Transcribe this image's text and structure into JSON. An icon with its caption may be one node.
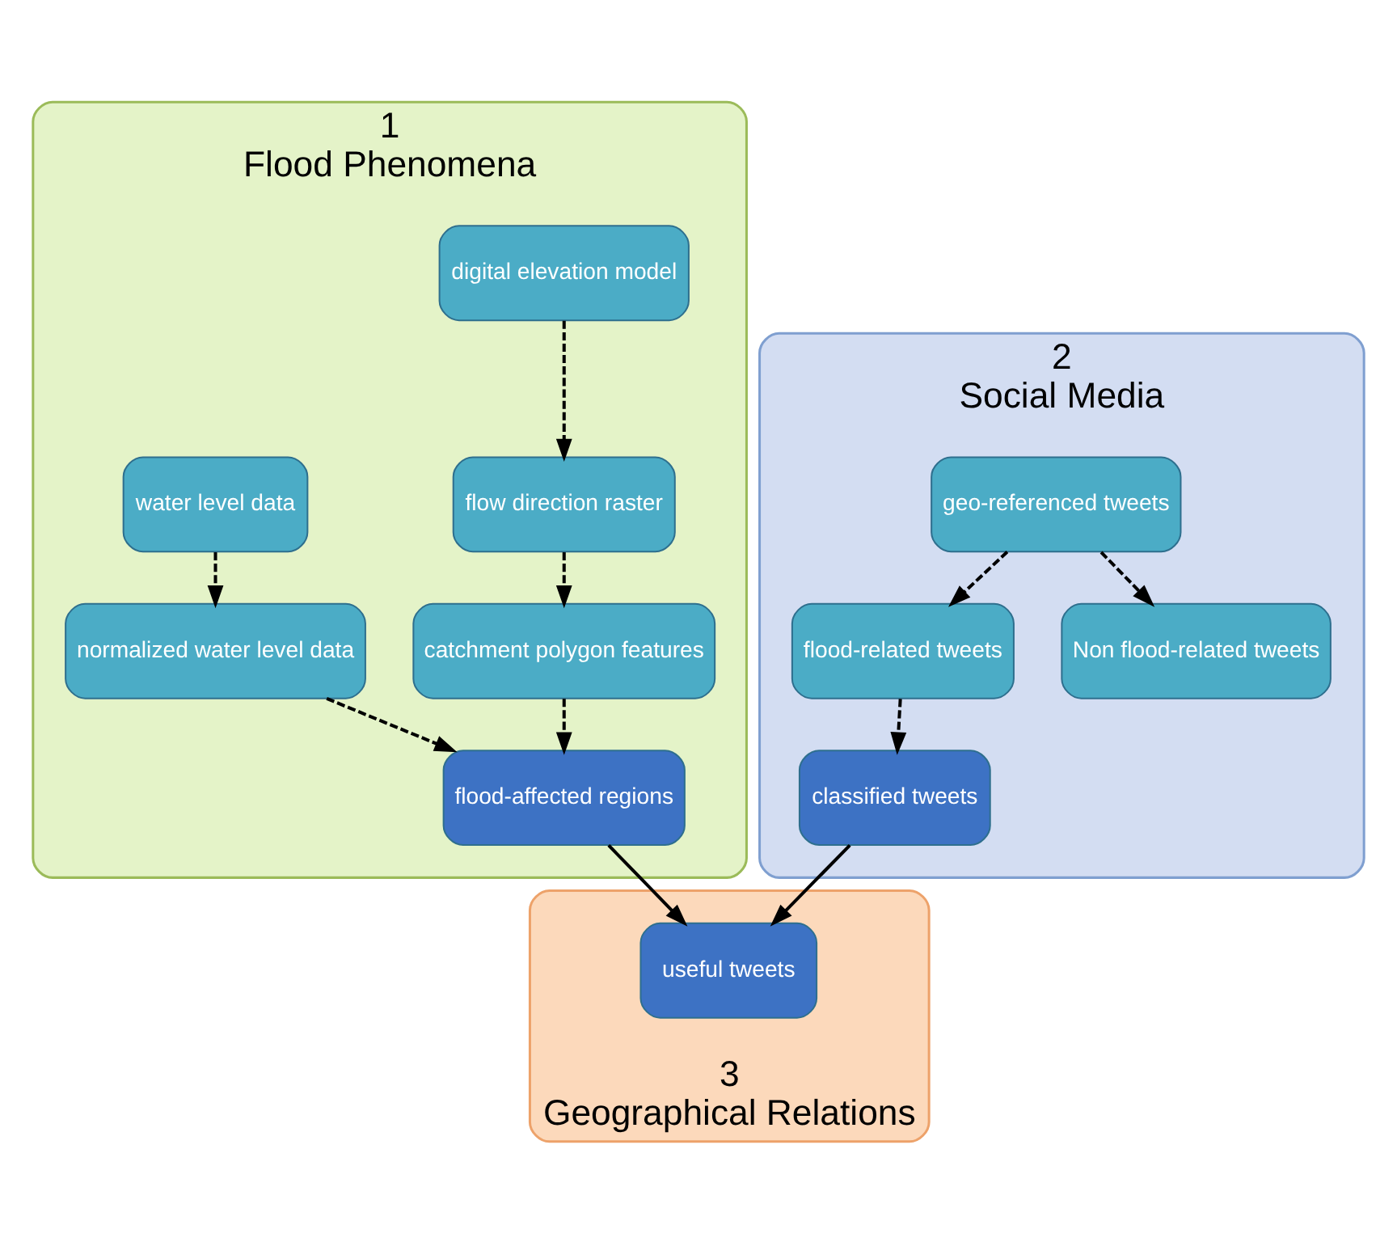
{
  "diagram": {
    "nodes": [
      {
        "text": [
          "1",
          "Flood Phenomena"
        ]
      },
      {
        "text": [
          "digital elevation model"
        ],
        "in": 0
      },
      {
        "text": [
          "water level data"
        ],
        "in": 0
      },
      {
        "text": [
          "flow direction raster"
        ],
        "in": 0
      },
      {
        "text": [
          "normalized water level data"
        ],
        "in": 0
      },
      {
        "text": [
          "catchment polygon features"
        ],
        "in": 0
      },
      {
        "text": [
          "flood-affected regions"
        ],
        "in": 0
      },
      {
        "text": [
          "2",
          "Social Media"
        ]
      },
      {
        "text": [
          "geo-referenced tweets"
        ],
        "in": 7
      },
      {
        "text": [
          "flood-related tweets"
        ],
        "in": 7
      },
      {
        "text": [
          "Non flood-related tweets"
        ],
        "in": 7
      },
      {
        "text": [
          "classified tweets"
        ],
        "in": 7
      },
      {
        "text": [
          "3",
          "Geographical Relations"
        ]
      },
      {
        "text": [
          "useful tweets"
        ],
        "in": 12
      }
    ],
    "edges": [
      {
        "from": 1,
        "to": 3,
        "arrow": "to",
        "style": "dashed"
      },
      {
        "from": 3,
        "to": 5,
        "arrow": "to",
        "style": "dashed"
      },
      {
        "from": 2,
        "to": 4,
        "arrow": "to",
        "style": "dashed"
      },
      {
        "from": 4,
        "to": 6,
        "arrow": "to",
        "style": "dashed"
      },
      {
        "from": 5,
        "to": 6,
        "arrow": "to",
        "style": "dashed"
      },
      {
        "from": 8,
        "to": 9,
        "arrow": "to",
        "style": "dashed"
      },
      {
        "from": 8,
        "to": 10,
        "arrow": "to",
        "style": "dashed"
      },
      {
        "from": 9,
        "to": 11,
        "arrow": "to",
        "style": "dashed"
      },
      {
        "from": 6,
        "to": 13,
        "arrow": "to"
      },
      {
        "from": 11,
        "to": 13,
        "arrow": "to"
      }
    ]
  }
}
